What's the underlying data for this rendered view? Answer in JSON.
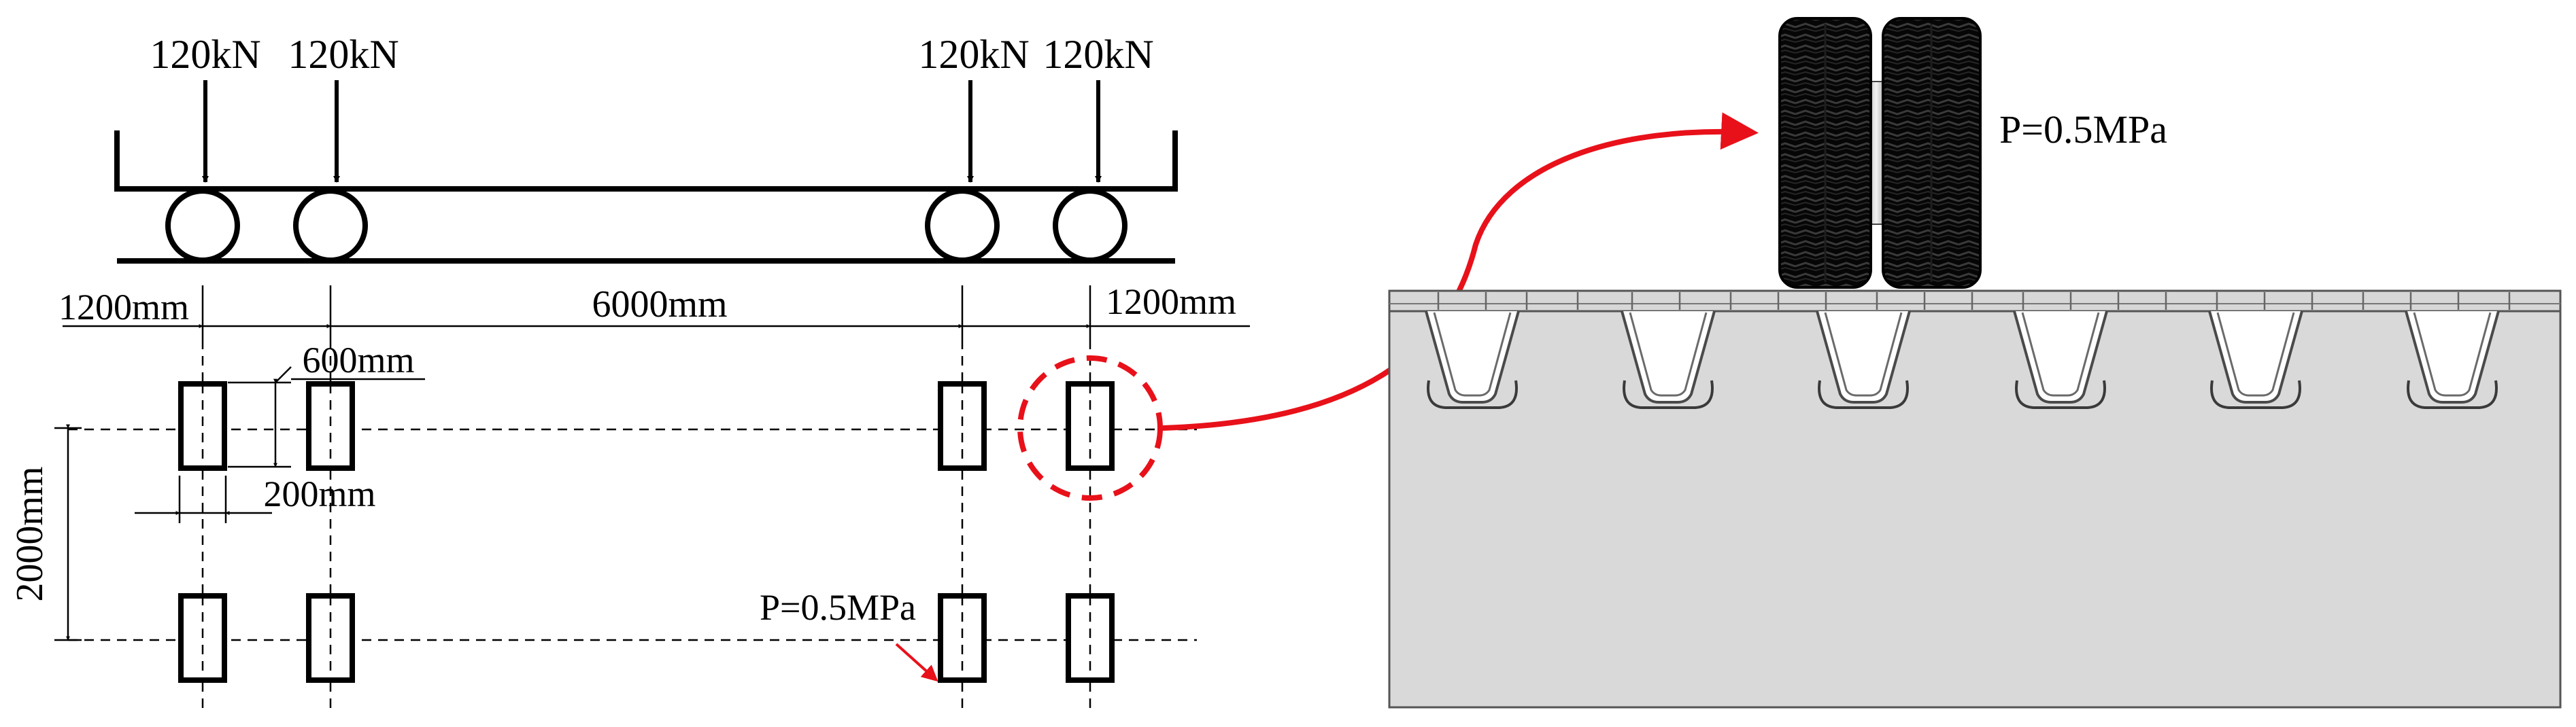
{
  "left_diagram": {
    "axle_loads": [
      "120kN",
      "120kN",
      "120kN",
      "120kN"
    ],
    "dim_axle_spacing_left": "1200mm",
    "dim_axle_spacing_middle": "6000mm",
    "dim_axle_spacing_right": "1200mm",
    "dim_contact_length": "600mm",
    "dim_contact_width": "200mm",
    "dim_wheel_track": "2000mm",
    "pressure_label": "P=0.5MPa"
  },
  "right_diagram": {
    "pressure_label": "P=0.5MPa"
  },
  "colors": {
    "highlight": "#e8111a",
    "deck_fill": "#d9d9d9",
    "tire": "#050505"
  }
}
